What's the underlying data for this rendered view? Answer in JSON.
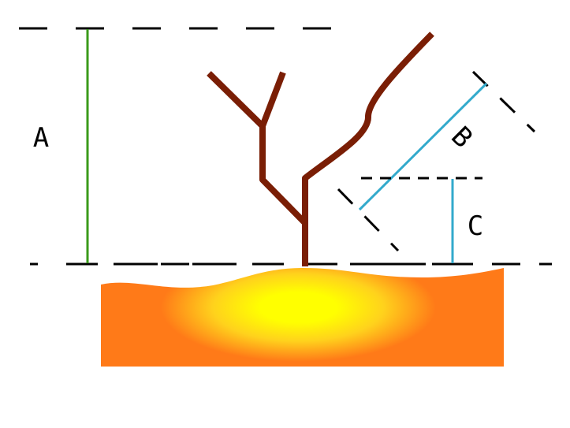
{
  "labels": {
    "a": "A",
    "b": "B",
    "c": "C"
  },
  "colors": {
    "dash": "#000000",
    "measure_a": "#3a9a1a",
    "measure_bc": "#33aacc",
    "branch": "#7a1e05",
    "ground_center": "#ffff00",
    "ground_mid": "#ffd21c",
    "ground_edge": "#ff7a18"
  }
}
